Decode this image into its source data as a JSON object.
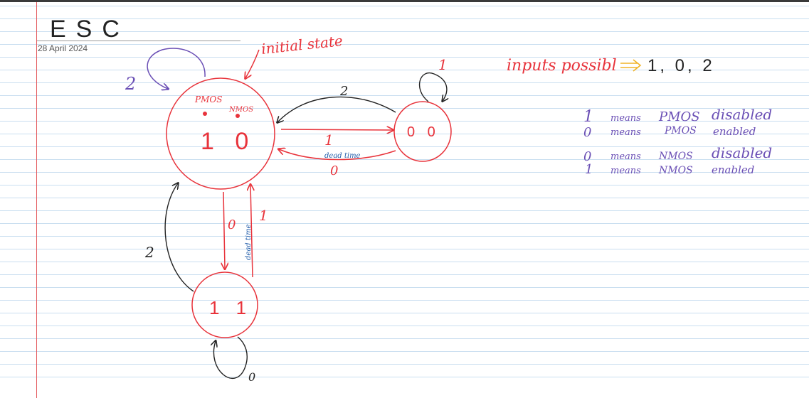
{
  "page": {
    "title": "ESC",
    "date": "28 April 2024"
  },
  "colors": {
    "red_ink": "#e8333b",
    "black_ink": "#222222",
    "purple_ink": "#6a4fb5",
    "blue_ink": "#1e5aa8",
    "yellow_ink": "#f0b429",
    "margin_red": "#e4585c",
    "rule_blue": "#c9def0"
  },
  "states": {
    "initial": {
      "digits": "1 0",
      "pmos_label": "PMOS",
      "nmos_label": "NMOS"
    },
    "right": {
      "digits": "0 0"
    },
    "bottom": {
      "digits": "1 1"
    }
  },
  "annotations": {
    "initial_state": "initial state",
    "inputs_label": "inputs possibl",
    "inputs_values": "1, 0, 2",
    "dead_time": "dead time"
  },
  "transitions": {
    "self_loop_initial": "2",
    "self_loop_right": "1",
    "self_loop_bottom": "0",
    "right_to_initial": "2",
    "initial_to_right": "1",
    "right_back_lower": "0",
    "initial_to_bottom": "0",
    "bottom_to_initial": "1",
    "bottom_curve_initial": "2"
  },
  "legend": [
    {
      "value": "1",
      "word": "means",
      "device": "PMOS",
      "state": "disabled"
    },
    {
      "value": "0",
      "word": "means",
      "device": "PMOS",
      "state": "enabled"
    },
    {
      "value": "0",
      "word": "means",
      "device": "NMOS",
      "state": "disabled"
    },
    {
      "value": "1",
      "word": "means",
      "device": "NMOS",
      "state": "enabled"
    }
  ]
}
